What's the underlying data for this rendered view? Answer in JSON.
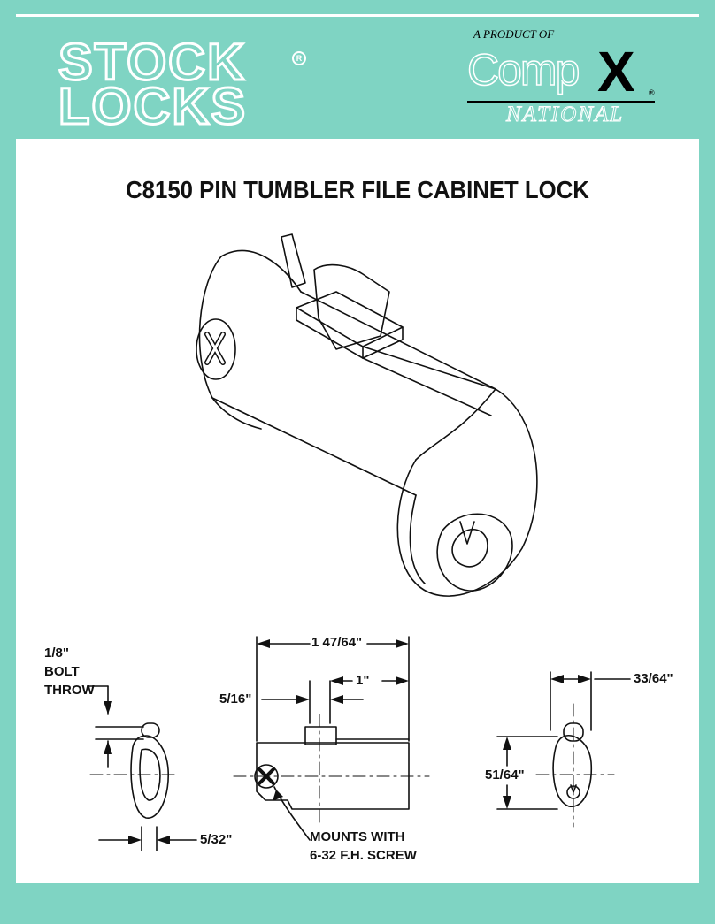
{
  "brand": {
    "logo_line1": "STOCK",
    "logo_line2": "LOCKS",
    "logo_reg": "R",
    "product_of": "A PRODUCT OF",
    "compx": "Comp",
    "compx_x": "X",
    "compx_reg": "®",
    "national": "NATIONAL",
    "background_color": "#7fd4c3"
  },
  "title": "C8150 PIN TUMBLER FILE CABINET LOCK",
  "dimensions": {
    "bolt_throw_line1": "1/8\"",
    "bolt_throw_line2": "BOLT",
    "bolt_throw_line3": "THROW",
    "side_width": "5/32\"",
    "overall_length": "1 47/64\"",
    "bolt_offset": "1\"",
    "bolt_width": "5/16\"",
    "mount_line1": "MOUNTS WITH",
    "mount_line2": "6-32 F.H. SCREW",
    "face_width": "33/64\"",
    "face_height": "51/64\""
  }
}
